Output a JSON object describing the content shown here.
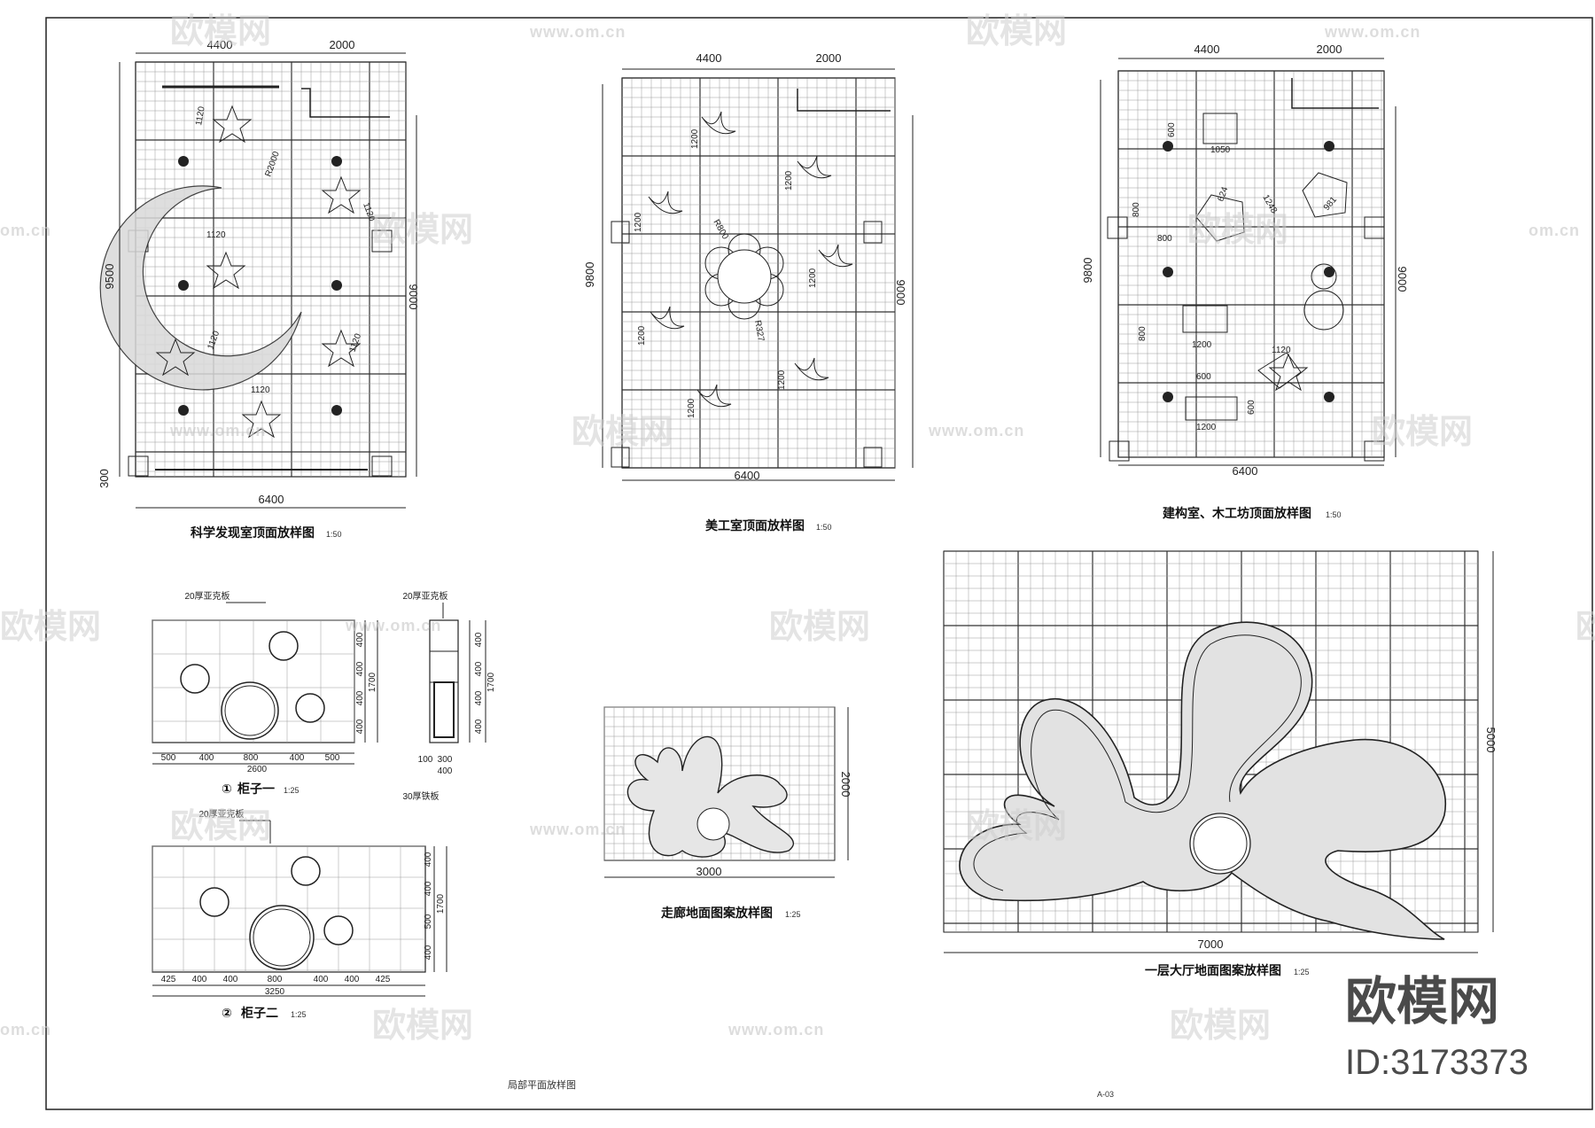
{
  "drawing": {
    "science_room": {
      "title": "科学发现室顶面放样图",
      "scale": "1:50",
      "dims": {
        "top_left": "4400",
        "top_right": "2000",
        "left": "9500",
        "right": "9000",
        "bottom": "6400",
        "bottom_left": "300"
      },
      "annotations": [
        "1120",
        "1120",
        "R2000",
        "1120",
        "1120",
        "1120",
        "1120"
      ]
    },
    "art_room": {
      "title": "美工室顶面放样图",
      "scale": "1:50",
      "dims": {
        "top_left": "4400",
        "top_right": "2000",
        "left": "9800",
        "right": "9000",
        "bottom": "6400"
      },
      "annotations": [
        "1200",
        "1200",
        "1200",
        "1200",
        "1200",
        "1200",
        "1200",
        "R800",
        "R327"
      ]
    },
    "build_room": {
      "title": "建构室、木工坊顶面放样图",
      "scale": "1:50",
      "dims": {
        "top_left": "4400",
        "top_right": "2000",
        "left": "9800",
        "right": "9000",
        "bottom": "6400"
      },
      "annotations": [
        "600",
        "1050",
        "800",
        "800",
        "624",
        "1248",
        "981",
        "800",
        "1200",
        "1120",
        "600",
        "1200",
        "600"
      ]
    },
    "cabinet1": {
      "title": "柜子一",
      "marker": "①",
      "scale": "1:25",
      "top_note": "20厚亚克板",
      "side_note": "20厚亚克板",
      "bottom_note": "30厚铁板",
      "dims_bottom": [
        "500",
        "400",
        "800",
        "400",
        "500"
      ],
      "total": "2600",
      "dims_right": [
        "400",
        "400",
        "400",
        "400"
      ],
      "height": "1700",
      "side_dims_right": [
        "400",
        "400",
        "400",
        "400"
      ],
      "side_height": "1700",
      "side_dims_bottom": [
        "100",
        "300",
        "400"
      ]
    },
    "cabinet2": {
      "title": "柜子二",
      "marker": "②",
      "scale": "1:25",
      "top_note": "20厚亚克板",
      "dims_bottom": [
        "425",
        "400",
        "400",
        "800",
        "400",
        "400",
        "425"
      ],
      "total": "3250",
      "dims_right": [
        "400",
        "400",
        "500",
        "400"
      ],
      "height": "1700"
    },
    "corridor": {
      "title": "走廊地面图案放样图",
      "scale": "1:25",
      "width": "3000",
      "height": "2000"
    },
    "hall": {
      "title": "一层大厅地面图案放样图",
      "scale": "1:25",
      "width": "7000",
      "height": "5000"
    },
    "sheet_note": "局部平面放样图",
    "sheet_no": "A-03"
  },
  "watermark": {
    "text": "欧模网",
    "url": "www.om.cn",
    "short": "om.cn",
    "logo": "欧模网",
    "id": "ID:3173373"
  },
  "colors": {
    "line": "#1a1a1a",
    "grid": "#8a8a8a",
    "watermark": "#cfcfcf"
  }
}
